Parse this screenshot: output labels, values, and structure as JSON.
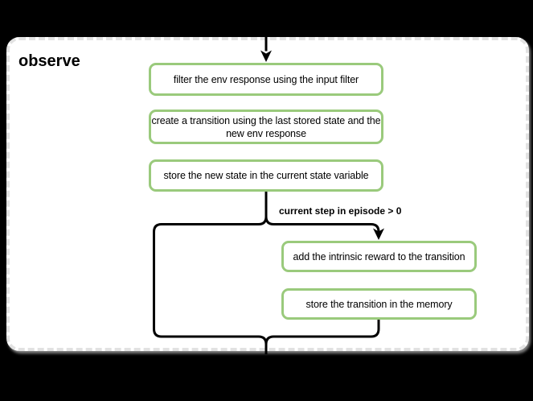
{
  "title": "observe",
  "colors": {
    "canvas_background": "#000000",
    "card_background": "#ffffff",
    "card_border": "#e2e2e2",
    "node_border": "#9aca7c",
    "node_background": "#ffffff",
    "connector": "#000000",
    "text": "#000000"
  },
  "diagram": {
    "type": "flowchart",
    "group_label": "observe",
    "nodes": [
      {
        "id": "filter-env-response",
        "label": "filter the env response using the input filter"
      },
      {
        "id": "create-transition",
        "label": [
          "create a transition using the last stored state and the",
          "new env response"
        ]
      },
      {
        "id": "store-new-state",
        "label": "store the new state in the current state variable"
      },
      {
        "id": "add-intrinsic-reward",
        "label": "add the intrinsic reward to the transition"
      },
      {
        "id": "store-transition",
        "label": "store the transition in the memory"
      }
    ],
    "condition_label": "current step in episode > 0",
    "edges": [
      {
        "from": "start-above-frame",
        "to": "filter-env-response",
        "arrow": true
      },
      {
        "from": "store-new-state",
        "to": "add-intrinsic-reward",
        "arrow": true,
        "condition": "current step in episode > 0"
      },
      {
        "from": "store-new-state",
        "to": "exit-below-frame",
        "arrow": false,
        "note": "bypass branch on left"
      },
      {
        "from": "store-transition",
        "to": "exit-below-frame",
        "arrow": false
      }
    ]
  }
}
